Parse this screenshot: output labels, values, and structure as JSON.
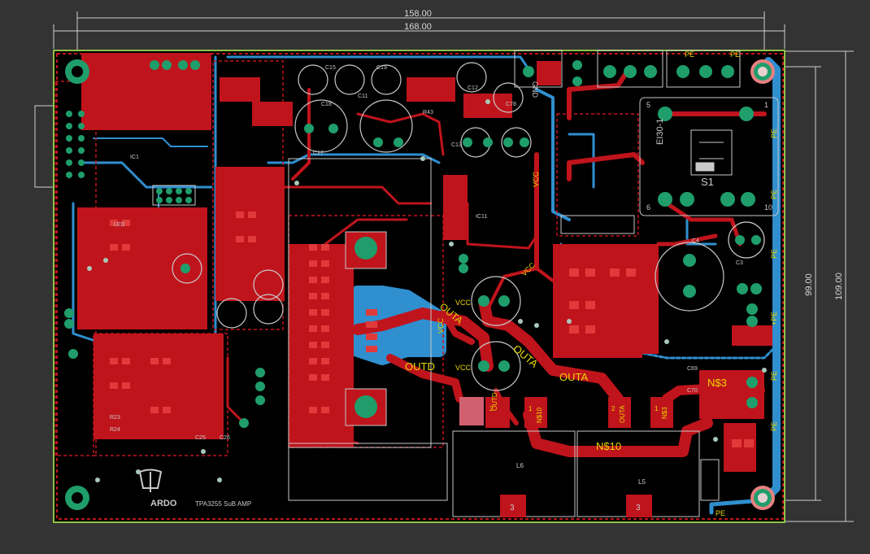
{
  "dimensions": {
    "top_inner": "158.00",
    "top_outer": "168.00",
    "right_inner": "99.00",
    "right_outer": "109.00"
  },
  "board": {
    "logo_text": "ARDO",
    "board_name": "TPA3255 SuB AMP",
    "transformer": "EI30-1",
    "relay": "S1",
    "pe_labels": [
      "PE",
      "PE",
      "PE",
      "PE",
      "+PE",
      "PE",
      "PE",
      "PE",
      "PE"
    ],
    "gnd_label": "GND",
    "vcc_labels": [
      "VCC",
      "VCC",
      "VCC",
      "VCC",
      "VCC"
    ],
    "nets": {
      "outa_1": "OUTA",
      "outa_2": "OUTA",
      "outd": "OUTD",
      "outb": "OUTA",
      "ns3": "N$3",
      "ns10": "N$10"
    },
    "connectors": {
      "c1_pin": "2",
      "c1_name": "OUTD",
      "c2_pin": "1",
      "c2_name": "N$10",
      "c3_pin": "2",
      "c3_name": "OUTA",
      "c4_pin": "1",
      "c4_name": "N$3"
    },
    "inductor_labels": [
      "L6",
      "L5"
    ],
    "pad_numbers": [
      "3",
      "3"
    ],
    "transformer_pins": [
      "5",
      "1",
      "6",
      "10"
    ],
    "refdes": [
      "C18",
      "C17",
      "C13",
      "C11",
      "C12",
      "C15",
      "C19",
      "C78",
      "R43",
      "IC1",
      "IC11",
      "LED",
      "C69",
      "C70",
      "R23",
      "R24",
      "C25",
      "C26",
      "C4",
      "C3"
    ]
  },
  "colors": {
    "background": "#333333",
    "board": "#000000",
    "copper_top": "#c0141c",
    "copper_bottom": "#2f8fcf",
    "pad": "#1f9e6b",
    "silkscreen": "#c9c9c9",
    "label": "#e8d600",
    "outline": "#8fc24a"
  }
}
